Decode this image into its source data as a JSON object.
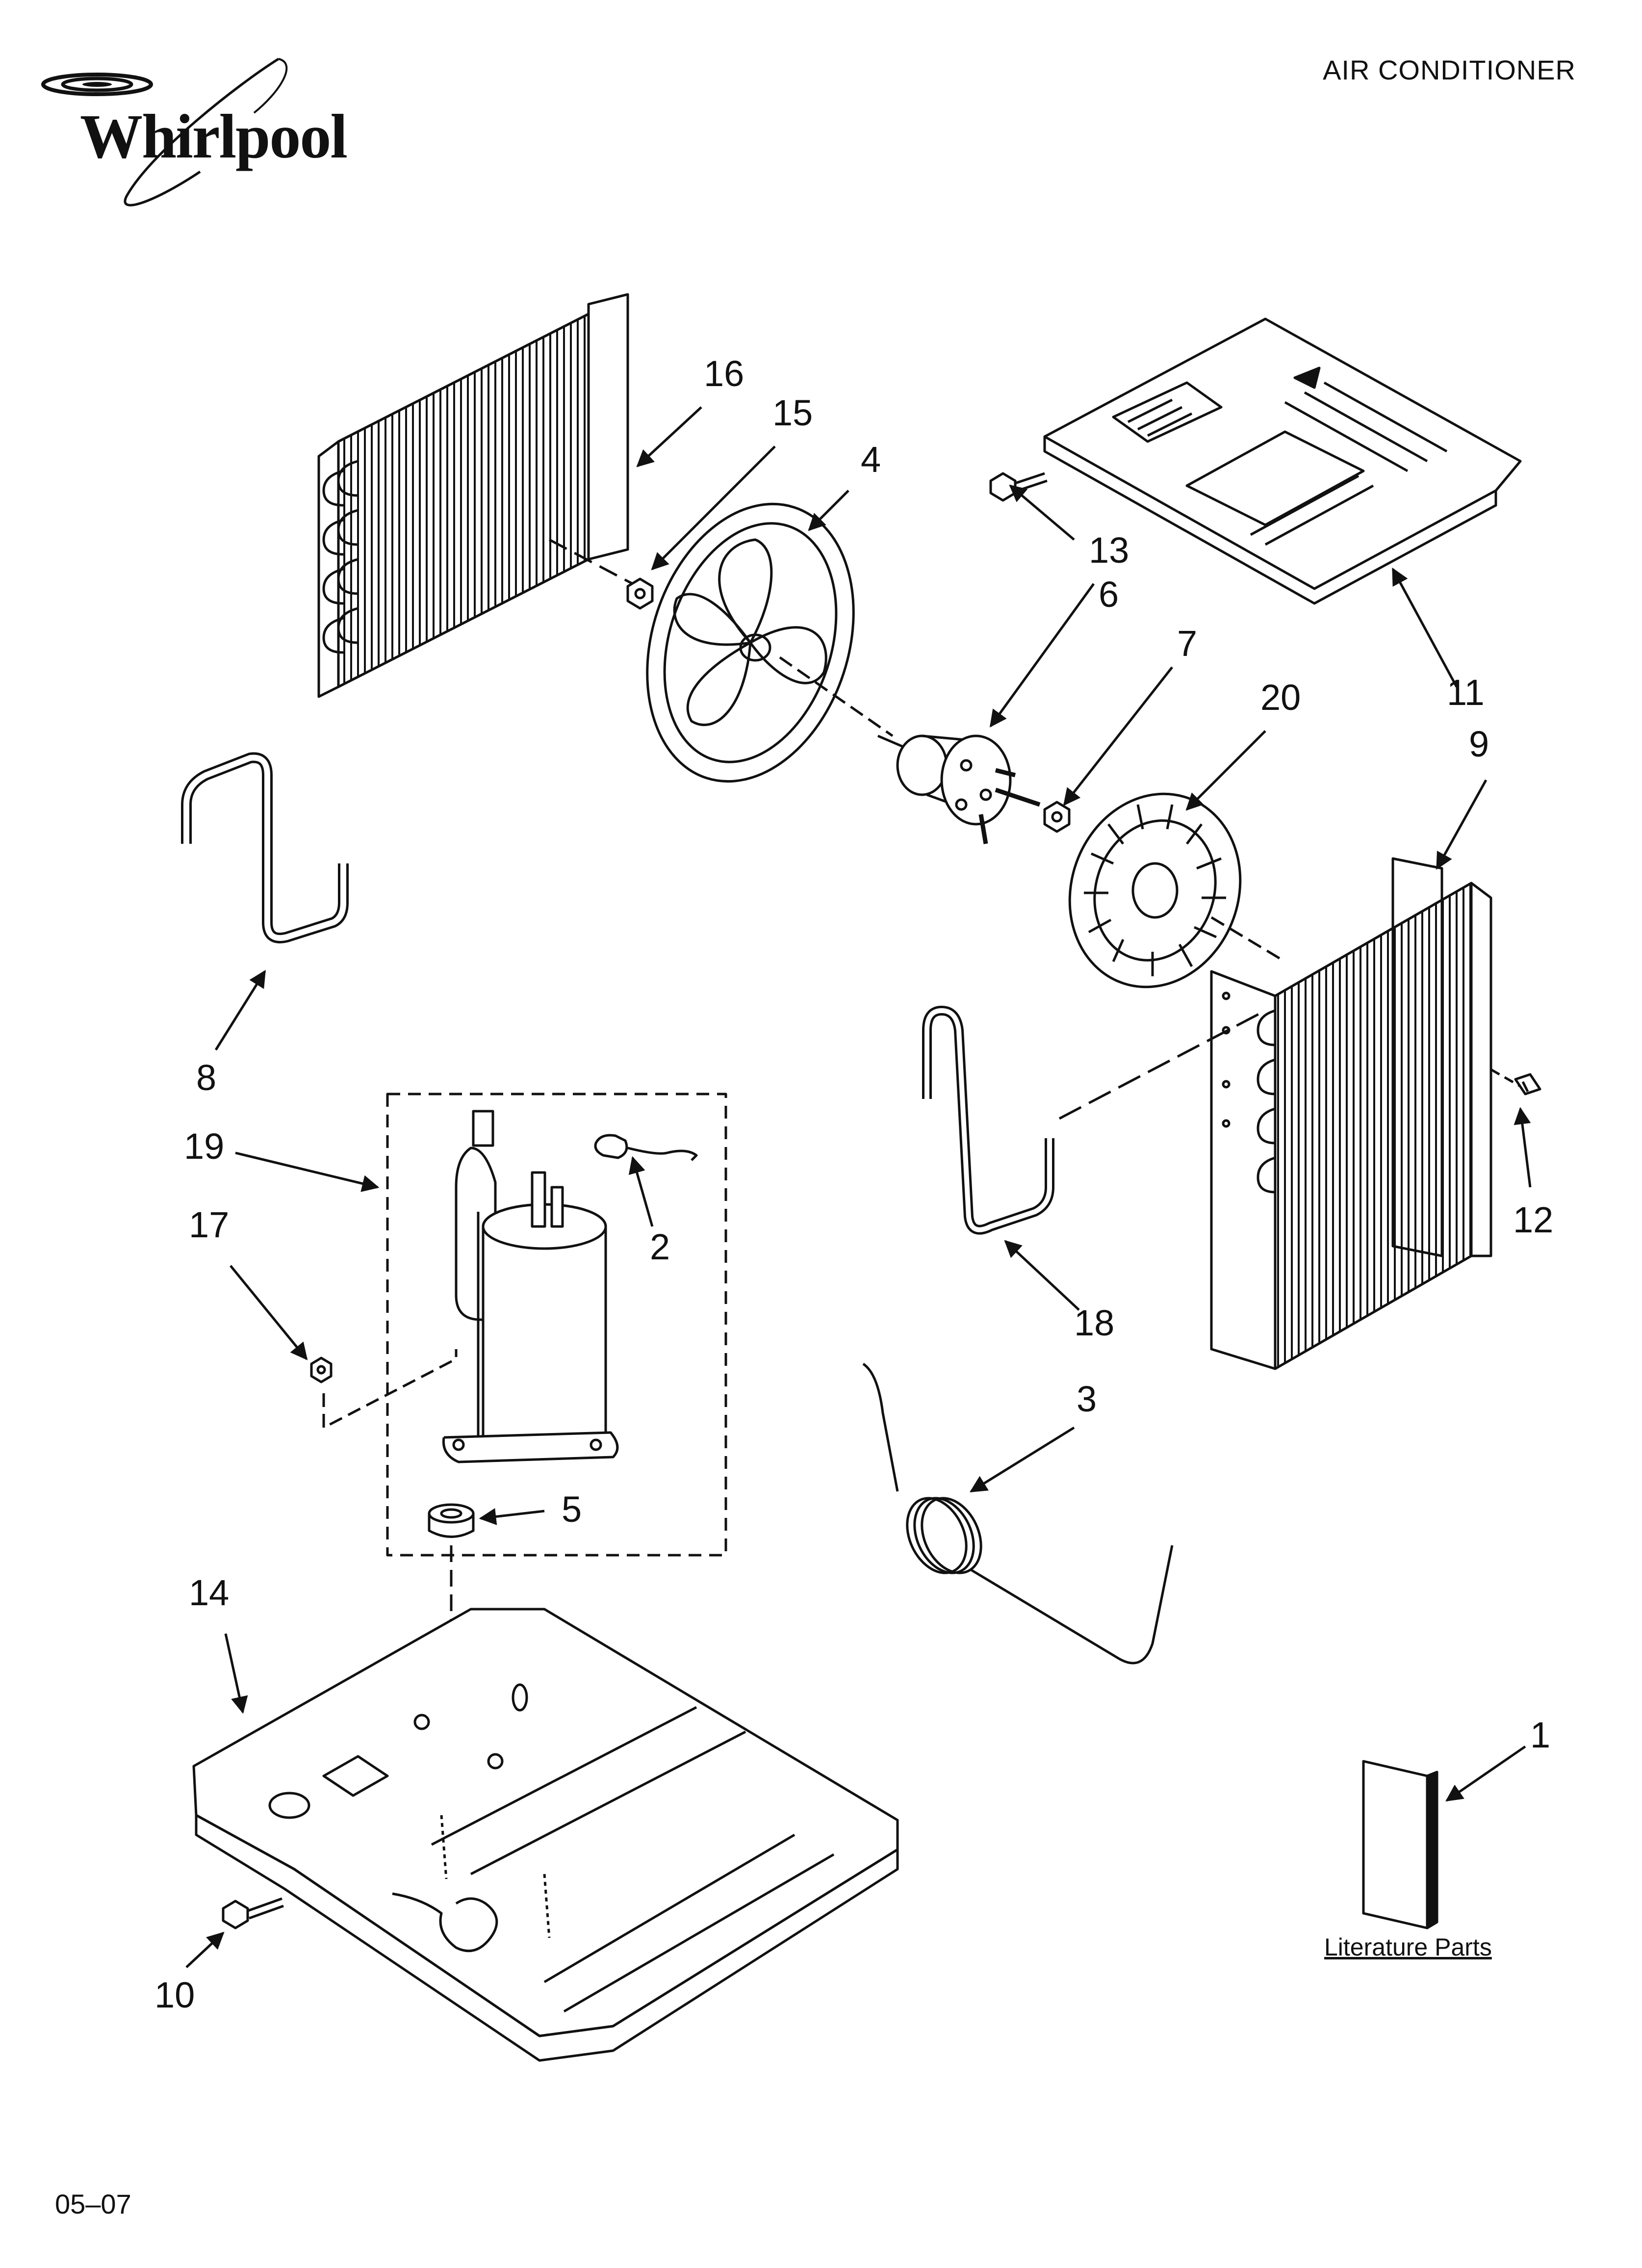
{
  "header": {
    "brand": "Whirlpool",
    "title": "AIR CONDITIONER"
  },
  "footer": {
    "code": "05–07"
  },
  "literature_caption": "Literature Parts",
  "callouts": {
    "c1": "1",
    "c2": "2",
    "c3": "3",
    "c4": "4",
    "c5": "5",
    "c6": "6",
    "c7": "7",
    "c8": "8",
    "c9": "9",
    "c10": "10",
    "c11": "11",
    "c12": "12",
    "c13": "13",
    "c14": "14",
    "c15": "15",
    "c16": "16",
    "c17": "17",
    "c18": "18",
    "c19": "19",
    "c20": "20"
  }
}
